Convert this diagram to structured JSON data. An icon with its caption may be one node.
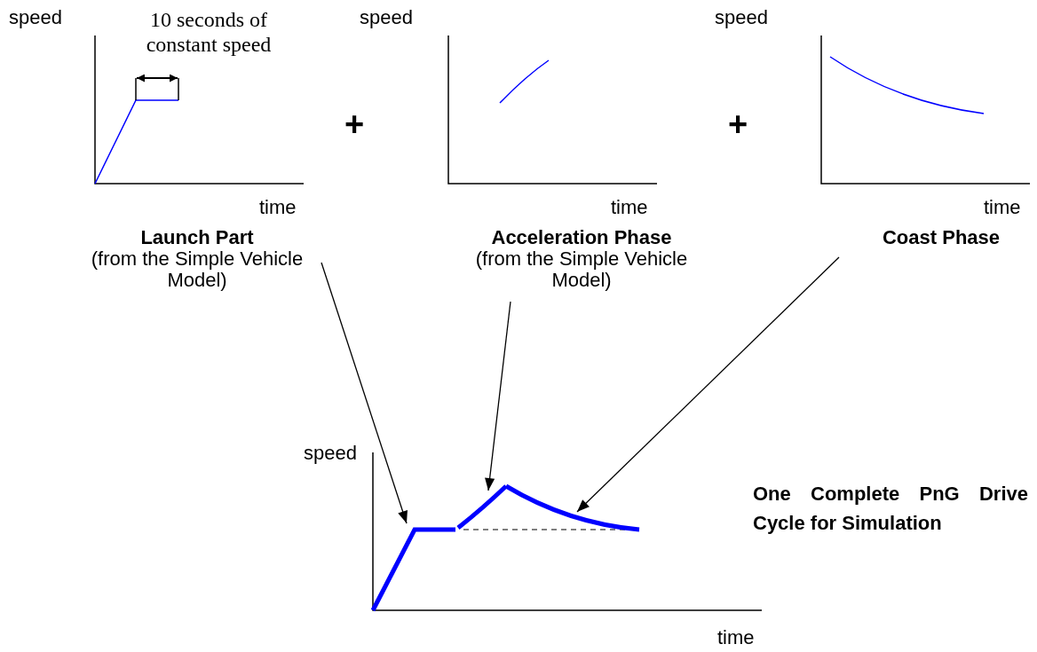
{
  "diagram": {
    "nodes": [
      {
        "text": [
          "Launch Part",
          "(from the Simple Vehicle Model)"
        ]
      },
      {
        "text": [
          "Acceleration Phase",
          "(from the Simple Vehicle Model)"
        ]
      },
      {
        "text": [
          "Coast Phase"
        ]
      },
      {
        "text": [],
        "shape": "line"
      },
      {
        "text": [],
        "shape": "line"
      },
      {
        "text": [],
        "shape": "line"
      }
    ],
    "edges": [
      {
        "from": 0,
        "to": 3,
        "arrow": "to"
      },
      {
        "from": 1,
        "to": 4,
        "arrow": "to"
      },
      {
        "from": 2,
        "to": 5,
        "arrow": "to"
      }
    ],
    "labels": [
      "speed",
      "10 seconds of constant speed",
      "time",
      "+",
      "speed",
      "time",
      "+",
      "speed",
      "time",
      "speed",
      "time",
      "One Complete PnG Drive Cycle for Simulation"
    ]
  }
}
